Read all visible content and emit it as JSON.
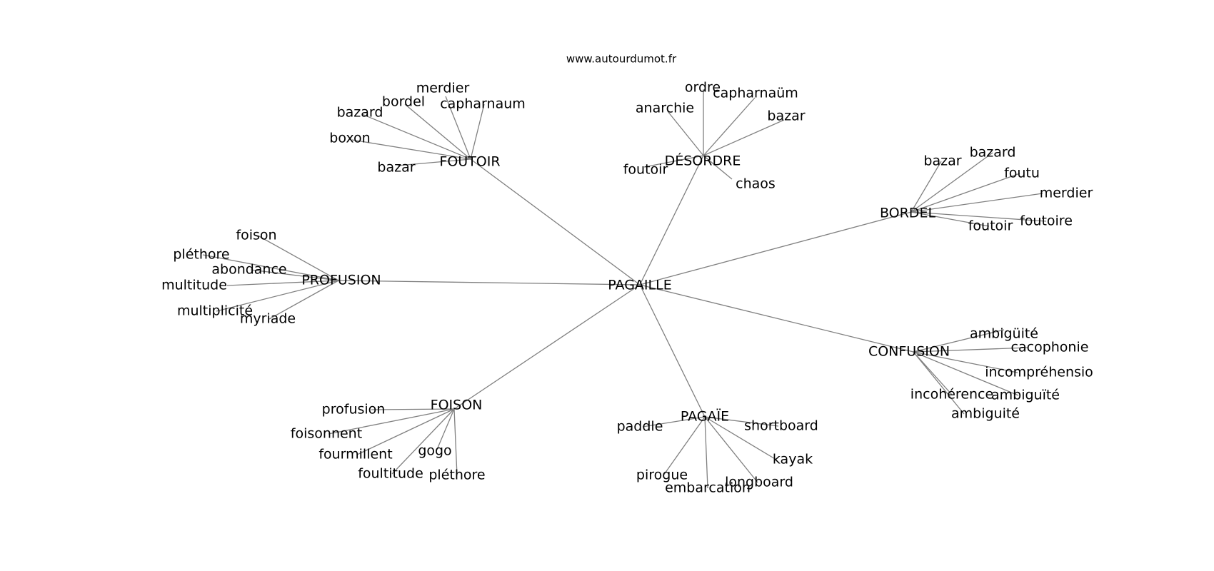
{
  "header": {
    "site": "www.autourdumot.fr"
  },
  "colors": {
    "edge": "#808080",
    "text": "#000000",
    "background": "#ffffff"
  },
  "graph": {
    "center": "PAGAILLE",
    "clusters": [
      {
        "hub": "FOUTOIR",
        "leaves": [
          "merdier",
          "bordel",
          "capharnaum",
          "bazard",
          "boxon",
          "bazar"
        ]
      },
      {
        "hub": "DÉSORDRE",
        "leaves": [
          "ordre",
          "capharnaüm",
          "anarchie",
          "bazar",
          "foutoir",
          "chaos"
        ]
      },
      {
        "hub": "BORDEL",
        "leaves": [
          "bazar",
          "bazard",
          "foutu",
          "merdier",
          "foutoire",
          "foutoir"
        ]
      },
      {
        "hub": "PROFUSION",
        "leaves": [
          "foison",
          "pléthore",
          "abondance",
          "multitude",
          "multiplicité",
          "myriade"
        ]
      },
      {
        "hub": "CONFUSION",
        "leaves": [
          "ambigüité",
          "cacophonie",
          "incompréhensio",
          "ambiguïté",
          "incohérence",
          "ambiguité"
        ]
      },
      {
        "hub": "FOISON",
        "leaves": [
          "profusion",
          "foisonnent",
          "fourmillent",
          "gogo",
          "foultitude",
          "pléthore"
        ]
      },
      {
        "hub": "PAGAÏE",
        "leaves": [
          "paddle",
          "shortboard",
          "kayak",
          "pirogue",
          "embarcation",
          "longboard"
        ]
      }
    ]
  }
}
